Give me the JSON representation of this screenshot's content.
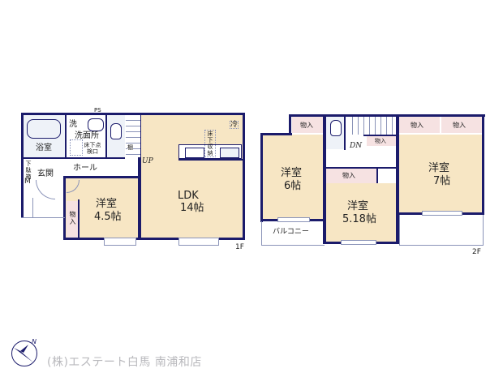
{
  "floor1": {
    "tag": "1F",
    "rooms": {
      "bath": "浴室",
      "wash": "洗",
      "washroom": "洗面所",
      "underfloor_hatch": "床下点検口",
      "toilet_shelf": "棚",
      "hall": "ホール",
      "entrance": "玄関",
      "shoe_closet": "下駄箱",
      "shoe_closet_m": "M",
      "western_room": "洋室",
      "western_room_size": "4.5帖",
      "storage": "物入",
      "ldk": "LDK",
      "ldk_size": "14帖",
      "underfloor_storage": "床下収納",
      "fridge": "冷",
      "stairs_up": "UP",
      "ps": "PS"
    }
  },
  "floor2": {
    "tag": "2F",
    "rooms": {
      "storage_a": "物入",
      "storage_b": "物入",
      "storage_c": "物入",
      "storage_d": "物入",
      "storage_e": "物入",
      "room6": "洋室",
      "room6_size": "6帖",
      "room518": "洋室",
      "room518_size": "5.18帖",
      "room7": "洋室",
      "room7_size": "7帖",
      "balcony": "バルコニー",
      "stairs_down": "DN"
    }
  },
  "footer": {
    "company": "(株)エステート白馬 南浦和店",
    "compass_label": "N"
  },
  "colors": {
    "wall": "#1b1b6b",
    "floor": "#f7e6c4",
    "storage": "#f6e2e2",
    "company_text": "#b9b9bd"
  }
}
